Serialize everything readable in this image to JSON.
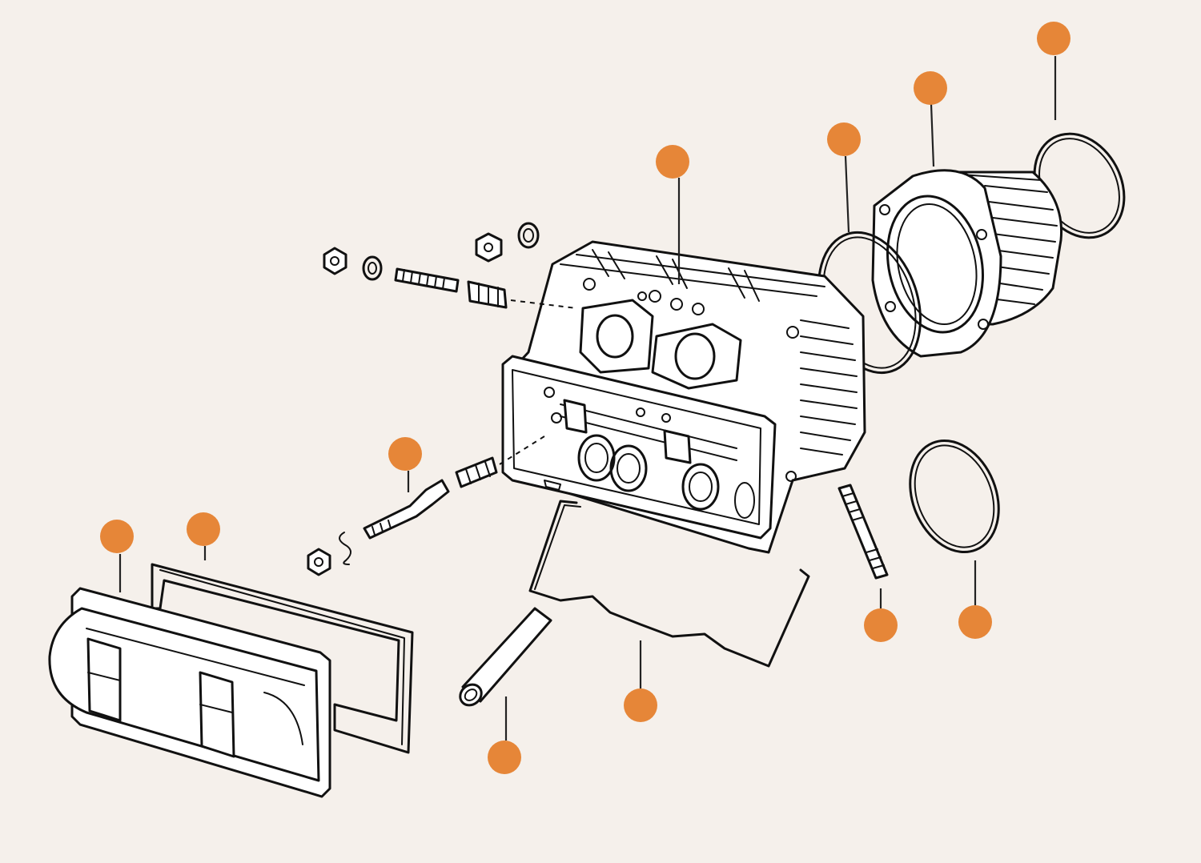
{
  "diagram": {
    "callout_color": "#e68638",
    "line_color": "#111111",
    "background": "#f5f0eb",
    "hotspots": [
      {
        "name": "hotspot-cylinder-head",
        "part_icon": "cylinder-head-icon"
      },
      {
        "name": "hotspot-cylinder-seal-ring-small",
        "part_icon": "seal-ring-icon"
      },
      {
        "name": "hotspot-cylinder-barrel",
        "part_icon": "cylinder-barrel-icon"
      },
      {
        "name": "hotspot-cylinder-seal-ring-large",
        "part_icon": "seal-ring-icon"
      },
      {
        "name": "hotspot-valve-spring-cover",
        "part_icon": "valve-spring-icon"
      },
      {
        "name": "hotspot-valve-cover",
        "part_icon": "valve-cover-icon"
      },
      {
        "name": "hotspot-valve-cover-gasket",
        "part_icon": "gasket-icon"
      },
      {
        "name": "hotspot-pushrod-tube",
        "part_icon": "pushrod-tube-icon"
      },
      {
        "name": "hotspot-valve-cover-bail",
        "part_icon": "bail-clip-icon"
      },
      {
        "name": "hotspot-cylinder-stud",
        "part_icon": "stud-icon"
      },
      {
        "name": "hotspot-pushrod-tube-seal",
        "part_icon": "seal-ring-icon"
      }
    ]
  }
}
